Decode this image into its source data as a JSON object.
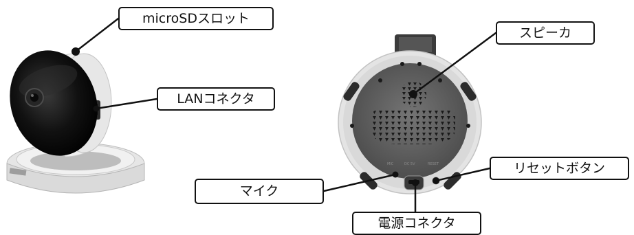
{
  "labels": {
    "microsd_slot": "microSDスロット",
    "lan_connector": "LANコネクタ",
    "speaker": "スピーカ",
    "mic": "マイク",
    "reset_button": "リセットボタン",
    "power_connector": "電源コネクタ"
  },
  "device_markings": {
    "mic": "MIC",
    "dc": "DC 5V",
    "reset": "RESET"
  },
  "colors": {
    "device_body": "#e9e9e9",
    "lens_black": "#0c0c0c",
    "back_plate": "#5e5e5e",
    "leader_line": "#111111"
  }
}
